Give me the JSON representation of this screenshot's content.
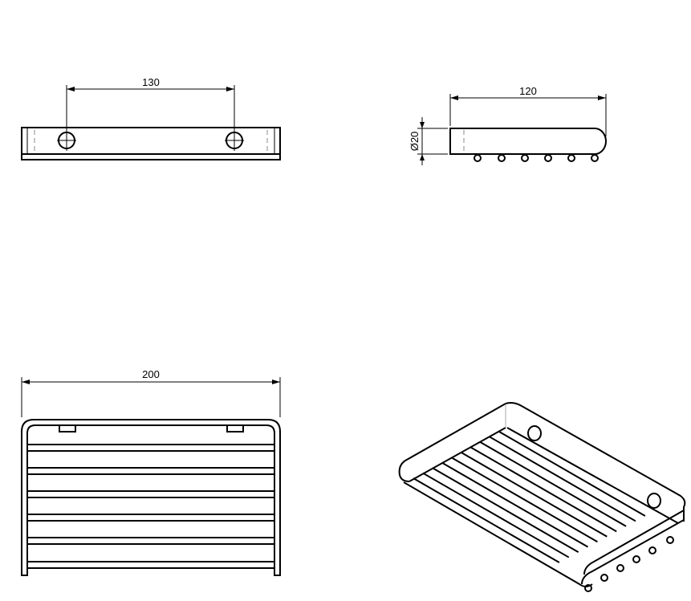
{
  "drawing": {
    "front_view": {
      "dimension": "130"
    },
    "side_view": {
      "dimension_length": "120",
      "dimension_diameter": "Ø20"
    },
    "top_view": {
      "dimension": "200"
    },
    "iso_view": {}
  },
  "colors": {
    "line": "#000000",
    "background": "#ffffff"
  }
}
